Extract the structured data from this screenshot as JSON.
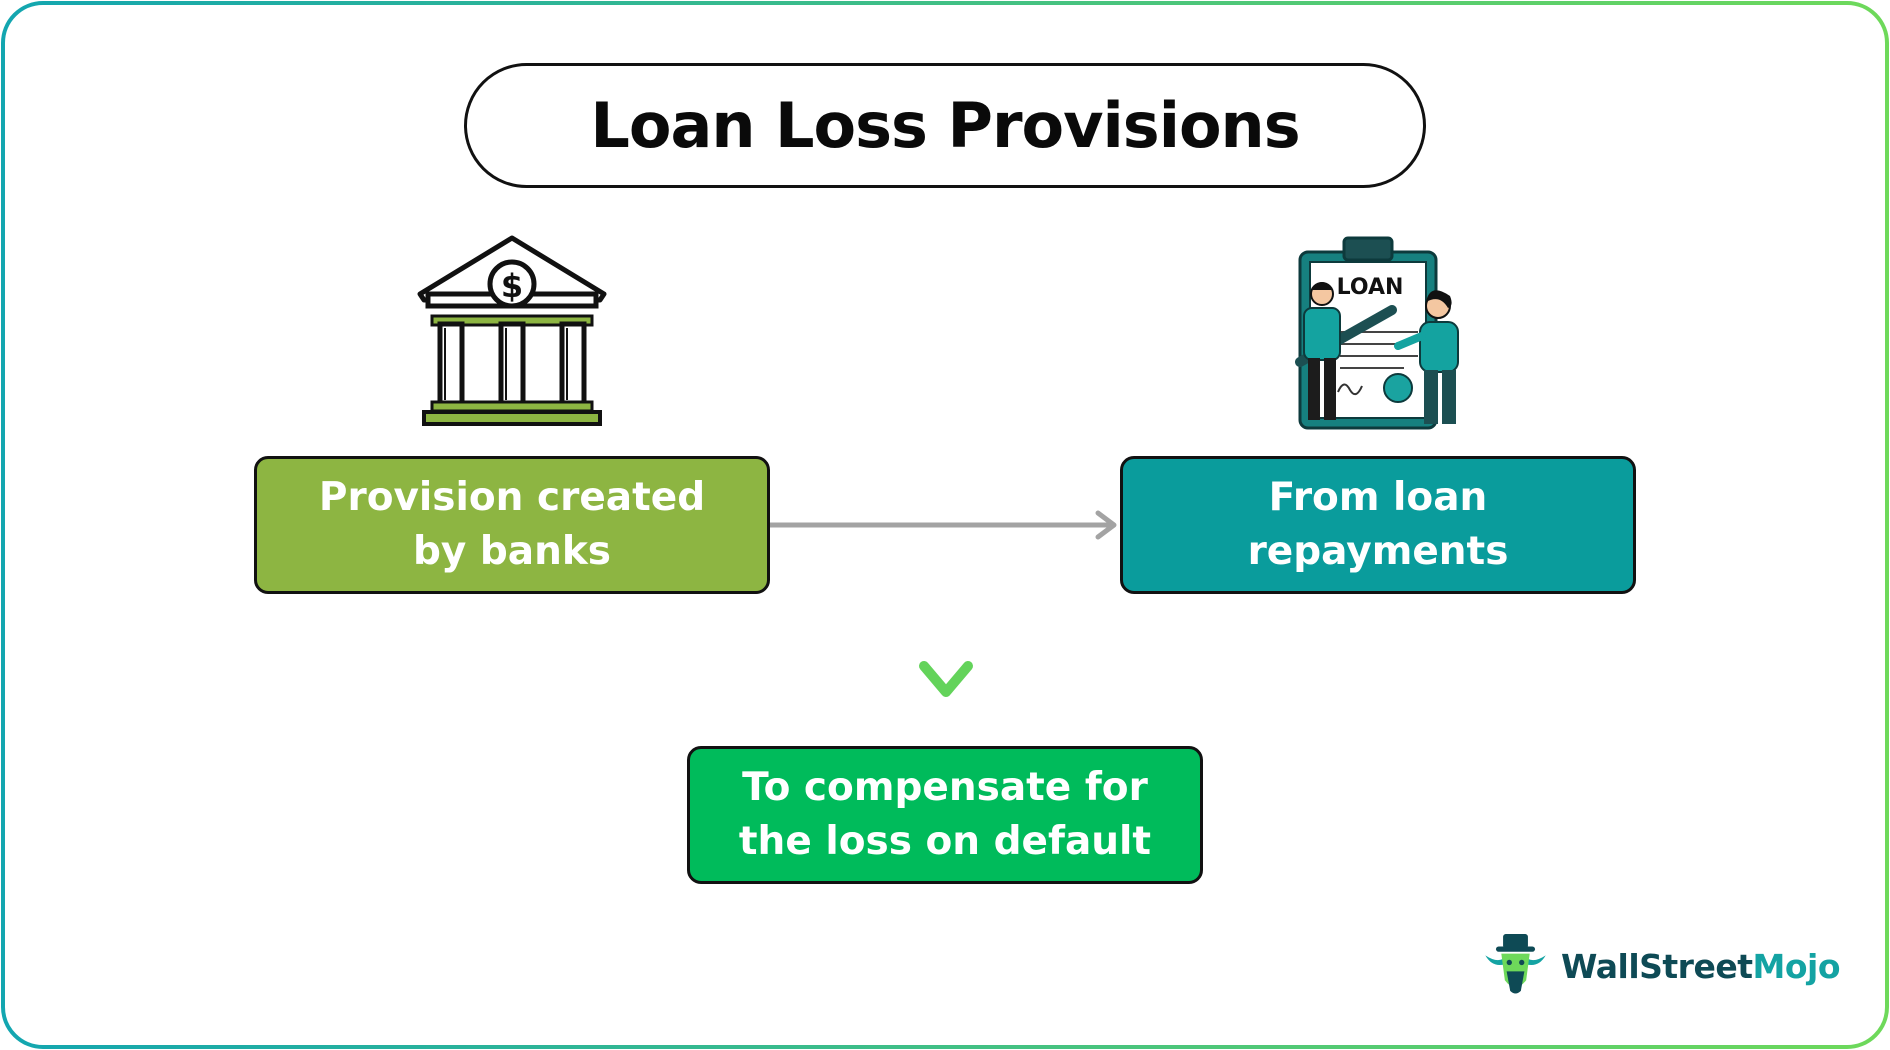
{
  "title": "Loan Loss Provisions",
  "nodes": {
    "left": {
      "line1": "Provision created",
      "line2": "by banks",
      "color": "#8db542"
    },
    "right": {
      "line1": "From loan",
      "line2": "repayments",
      "color": "#0a9c9c"
    },
    "bottom": {
      "line1": "To compensate for",
      "line2": "the loss on default",
      "color": "#00bb5b"
    }
  },
  "loan_icon_label": "LOAN",
  "brand": {
    "part1": "WallStreet",
    "part2": "Mojo"
  },
  "colors": {
    "frame_gradient_start": "#13a6b0",
    "frame_gradient_end": "#6ed95a",
    "arrow_gray": "#a3a3a3",
    "arrow_down_top": "#119aa6",
    "arrow_down_bottom": "#63d35a"
  }
}
